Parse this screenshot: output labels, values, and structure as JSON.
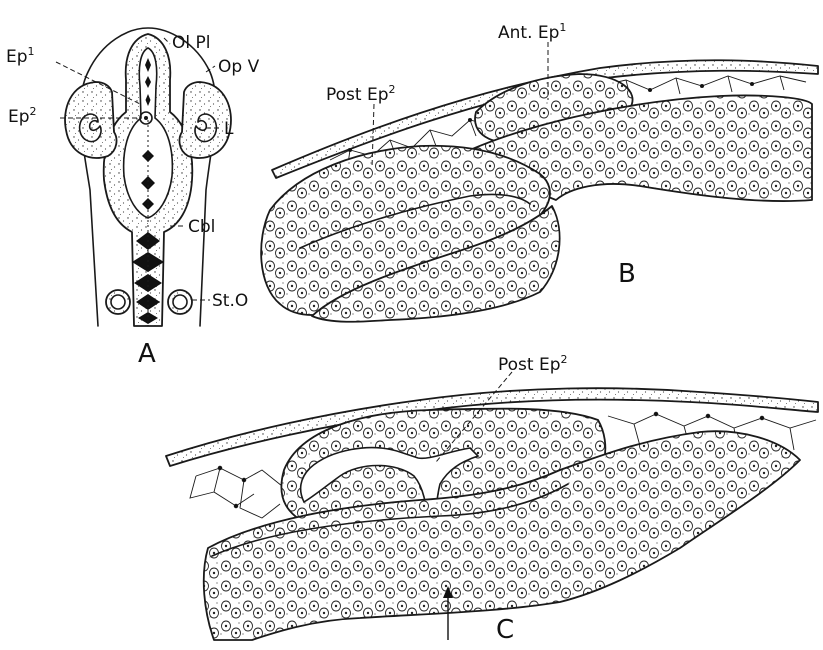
{
  "figure": {
    "panel_a": {
      "letter": "A",
      "labels": {
        "ol_pl": "Ol Pl",
        "op_v": "Op V",
        "l": "L",
        "ep1": "Ep",
        "ep1_sup": "1",
        "ep2": "Ep",
        "ep2_sup": "2",
        "cbl": "Cbl",
        "st_o": "St.O"
      }
    },
    "panel_b": {
      "letter": "B",
      "labels": {
        "ant_ep1": "Ant. Ep",
        "ant_ep1_sup": "1",
        "post_ep2": "Post Ep",
        "post_ep2_sup": "2"
      }
    },
    "panel_c": {
      "letter": "C",
      "labels": {
        "post_ep2": "Post Ep",
        "post_ep2_sup": "2"
      }
    }
  }
}
